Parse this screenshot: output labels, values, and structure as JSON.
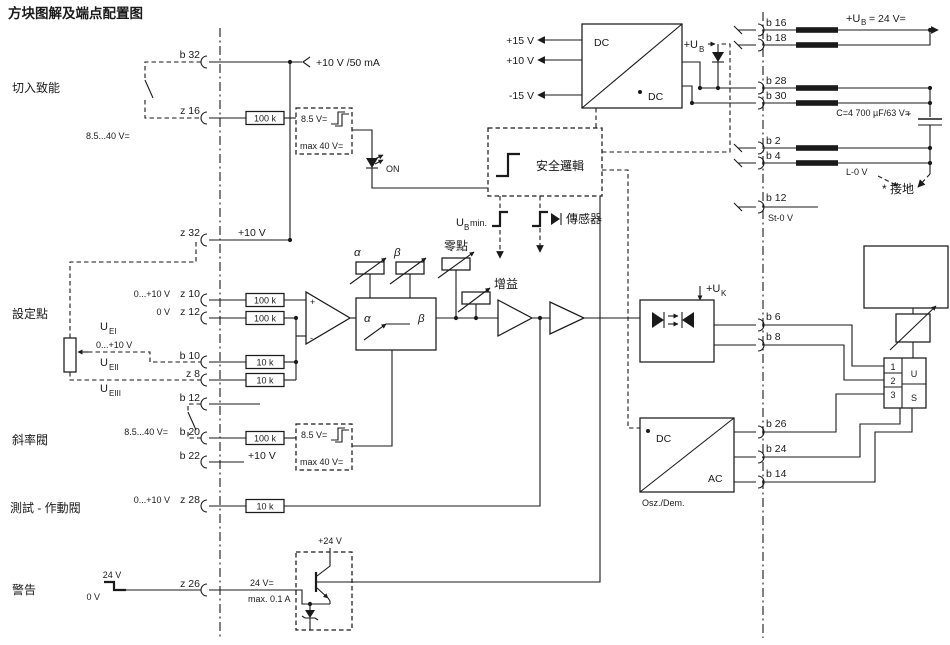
{
  "colors": {
    "ink": "#1a1a1a",
    "background": "#ffffff"
  },
  "t": {
    "title": "方块图解及端点配置图",
    "sec_enable": "切入致能",
    "sec_setpoint": "設定點",
    "sec_ramp": "斜率閥",
    "sec_test": "測試 - 作動閥",
    "sec_warn": "警告",
    "b32": "b 32",
    "z16": "z 16",
    "z32": "z 32",
    "z10": "z 10",
    "z12": "z 12",
    "b10": "b 10",
    "z8": "z 8",
    "b12": "b 12",
    "b20": "b 20",
    "b22": "b 22",
    "z28": "z 28",
    "z26": "z 26",
    "b16": "b 16",
    "b18": "b 18",
    "b28": "b 28",
    "b30": "b 30",
    "b2": "b 2",
    "b4": "b 4",
    "b6": "b 6",
    "b8": "b 8",
    "b26": "b 26",
    "b24": "b 24",
    "b14": "b 14",
    "v10_50": "+10 V /50 mA",
    "r100k": "100 k",
    "r10k": "10 k",
    "hys_v": "8.5 V=",
    "hys_max": "max 40 V=",
    "range_8540": "8.5...40 V=",
    "on": "ON",
    "p10v": "+10 V",
    "plus15": "+15 V",
    "minus15": "-15 V",
    "range010": "0...+10 V",
    "v0": "0 V",
    "u": "U",
    "sub_e1": "EI",
    "sub_e2": "EII",
    "sub_e3": "EIII",
    "ub": "+U",
    "sub_b": "B",
    "sub_k": "K",
    "ub_eq": "= 24 V=",
    "ubmin_min": "min.",
    "safety": "安全邏輯",
    "sensor": "傳感器",
    "alpha": "α",
    "beta": "β",
    "zero": "零點",
    "gain": "增益",
    "dc": "DC",
    "ac": "AC",
    "oszdem": "Osz./Dem.",
    "cap": "C=4 700 µF/63 V=",
    "plus": "+",
    "l0v": "L-0 V",
    "st0v": "St-0 V",
    "earth": "* 接地",
    "v24": "24 V",
    "v24eq": "24 V=",
    "maxa": "max. 0.1 A",
    "p24": "+24 V",
    "pin1": "1",
    "pin2": "2",
    "pin3": "3",
    "pinU": "U",
    "pinS": "S"
  }
}
